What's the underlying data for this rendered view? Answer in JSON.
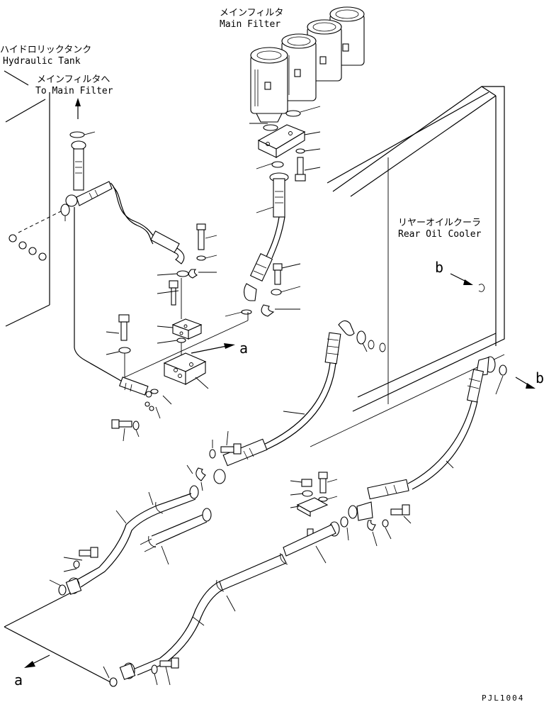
{
  "labels": {
    "main_filter_jp": "メインフィルタ",
    "main_filter_en": "Main Filter",
    "hydraulic_tank_jp": "ハイドロリックタンク",
    "hydraulic_tank_en": "Hydraulic Tank",
    "to_main_filter_jp": "メインフィルタへ",
    "to_main_filter_en": "To Main Filter",
    "rear_oil_cooler_jp": "リヤーオイルクーラ",
    "rear_oil_cooler_en": "Rear Oil Cooler",
    "ref_a_1": "a",
    "ref_a_2": "a",
    "ref_b_1": "b",
    "ref_b_2": "b",
    "drawing_code": "PJL1004"
  }
}
